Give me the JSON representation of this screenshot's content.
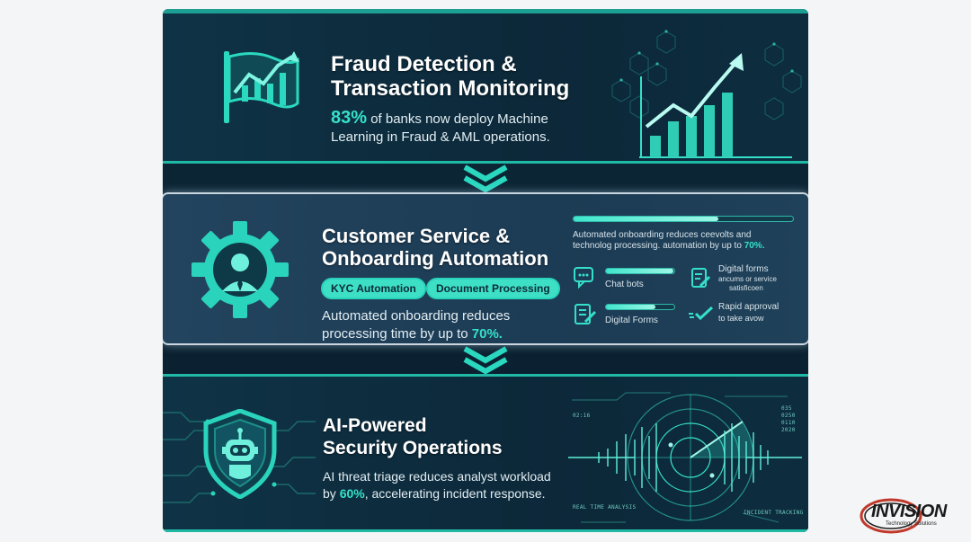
{
  "section1": {
    "title_line1": "Fraud Detection &",
    "title_line2": "Transaction Monitoring",
    "stat": "83%",
    "text_line1_rest": " of banks now deploy Machine",
    "text_line2": "Learning in Fraud & AML operations."
  },
  "section2": {
    "title_line1": "Customer Service &",
    "title_line2": "Onboarding Automation",
    "pill1": "KYC Automation",
    "pill2": "Document Processing",
    "text_line1": "Automated onboarding reduces",
    "text_line2_pre": "processing time by up to ",
    "text_line2_stat": "70%.",
    "right_text_line1": "Automated onboarding reduces ceevolts and",
    "right_text_line2_pre": "technolog processing. automation by up to ",
    "right_text_line2_stat": "70%.",
    "progress_top": 0.66,
    "items": {
      "chat_label": "Chat bots",
      "chat_progress": 0.99,
      "digital_forms_label": "Digital Forms",
      "digital_forms_progress": 0.73,
      "digital_forms_title": "Digital forms",
      "digital_forms_sub1": "ancums or service",
      "digital_forms_sub2": "satisficoen",
      "rapid_line1": "Rapid approval",
      "rapid_line2": "to take avow"
    }
  },
  "section3": {
    "title_line1": "AI-Powered",
    "title_line2": "Security Operations",
    "text_line1": "AI threat triage reduces analyst workload",
    "text_line2_pre": "by ",
    "text_line2_stat": "60%",
    "text_line2_rest": ", accelerating incident response.",
    "hud_time": "02:16",
    "hud_n1": "035",
    "hud_n2": "0250",
    "hud_n3": "0110",
    "hud_n4": "2020",
    "hud_left": "REAL TIME ANALYSIS",
    "hud_right": "INCIDENT TRACKING"
  },
  "logo": {
    "name": "INVISION",
    "tagline": "Technology Solutions"
  },
  "colors": {
    "accent": "#35e0c8",
    "panel_dark": "#0c2839",
    "panel_highlight": "#1c3b54"
  }
}
